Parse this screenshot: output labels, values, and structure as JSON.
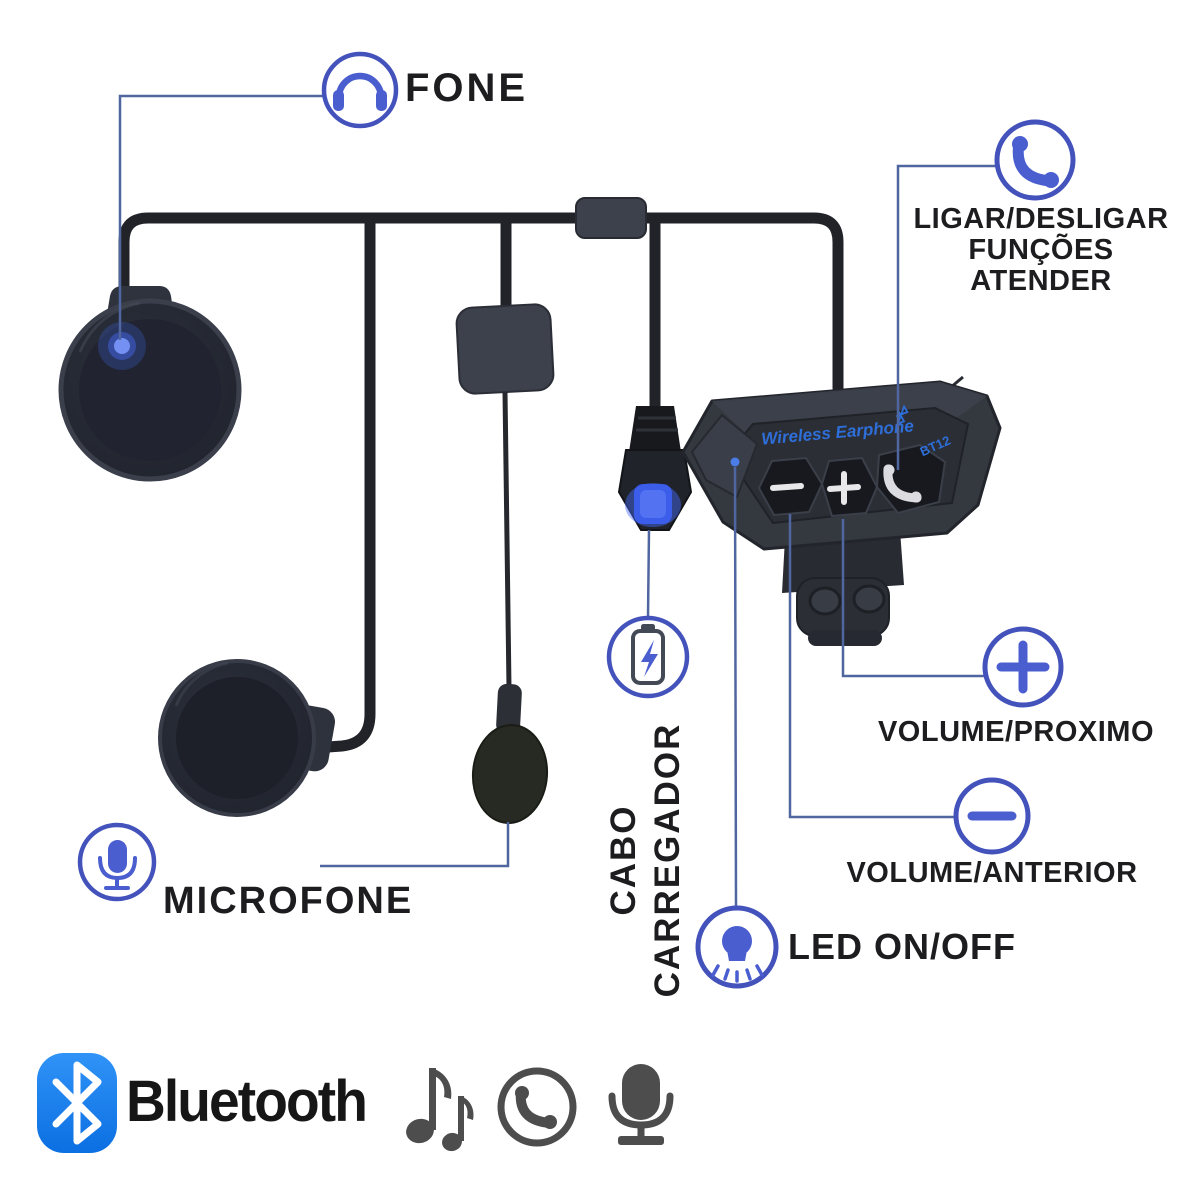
{
  "diagram_title": "bluetooth-helmet-headset-parts-diagram",
  "device": {
    "brand": "Wireless Earphone",
    "model": "BT12",
    "buttons": [
      {
        "name": "volume-down",
        "glyph": "minus"
      },
      {
        "name": "volume-up",
        "glyph": "plus"
      },
      {
        "name": "call",
        "glyph": "phone-handset"
      }
    ],
    "parts": [
      "speaker-left",
      "speaker-right",
      "microphone-boom",
      "charger-plug",
      "control-unit",
      "mount-bracket",
      "cable-junction",
      "adhesive-pad"
    ]
  },
  "labels": {
    "fone": "FONE",
    "ligar": {
      "line1": "LIGAR/DESLIGAR",
      "line2": "FUNÇÕES",
      "line3": "ATENDER"
    },
    "volume_up": "VOLUME/PROXIMO",
    "volume_down": "VOLUME/ANTERIOR",
    "led": "LED ON/OFF",
    "charger": {
      "line1": "CABO",
      "line2": "CARREGADOR"
    },
    "microfone": "MICROFONE"
  },
  "callout_icons": [
    "headphones-icon",
    "phone-handset-icon",
    "plus-icon",
    "minus-icon",
    "led-bulb-icon",
    "battery-charging-icon",
    "microphone-icon"
  ],
  "footer": {
    "bluetooth": "Bluetooth",
    "icons": [
      "bluetooth-logo",
      "music-notes-icon",
      "phone-circle-icon",
      "microphone-icon"
    ]
  },
  "colors": {
    "accent_blue": "#4a5ed0",
    "circle_stroke_blue": "#4353bb",
    "callout_line_blue": "#5066a0",
    "device_text_blue": "#2e6ed8",
    "bluetooth_badge_blue": "#1b82f0",
    "cable_black": "#212329",
    "label_black": "#1d1d1f",
    "footer_icon_gray": "#4d4d4d"
  }
}
